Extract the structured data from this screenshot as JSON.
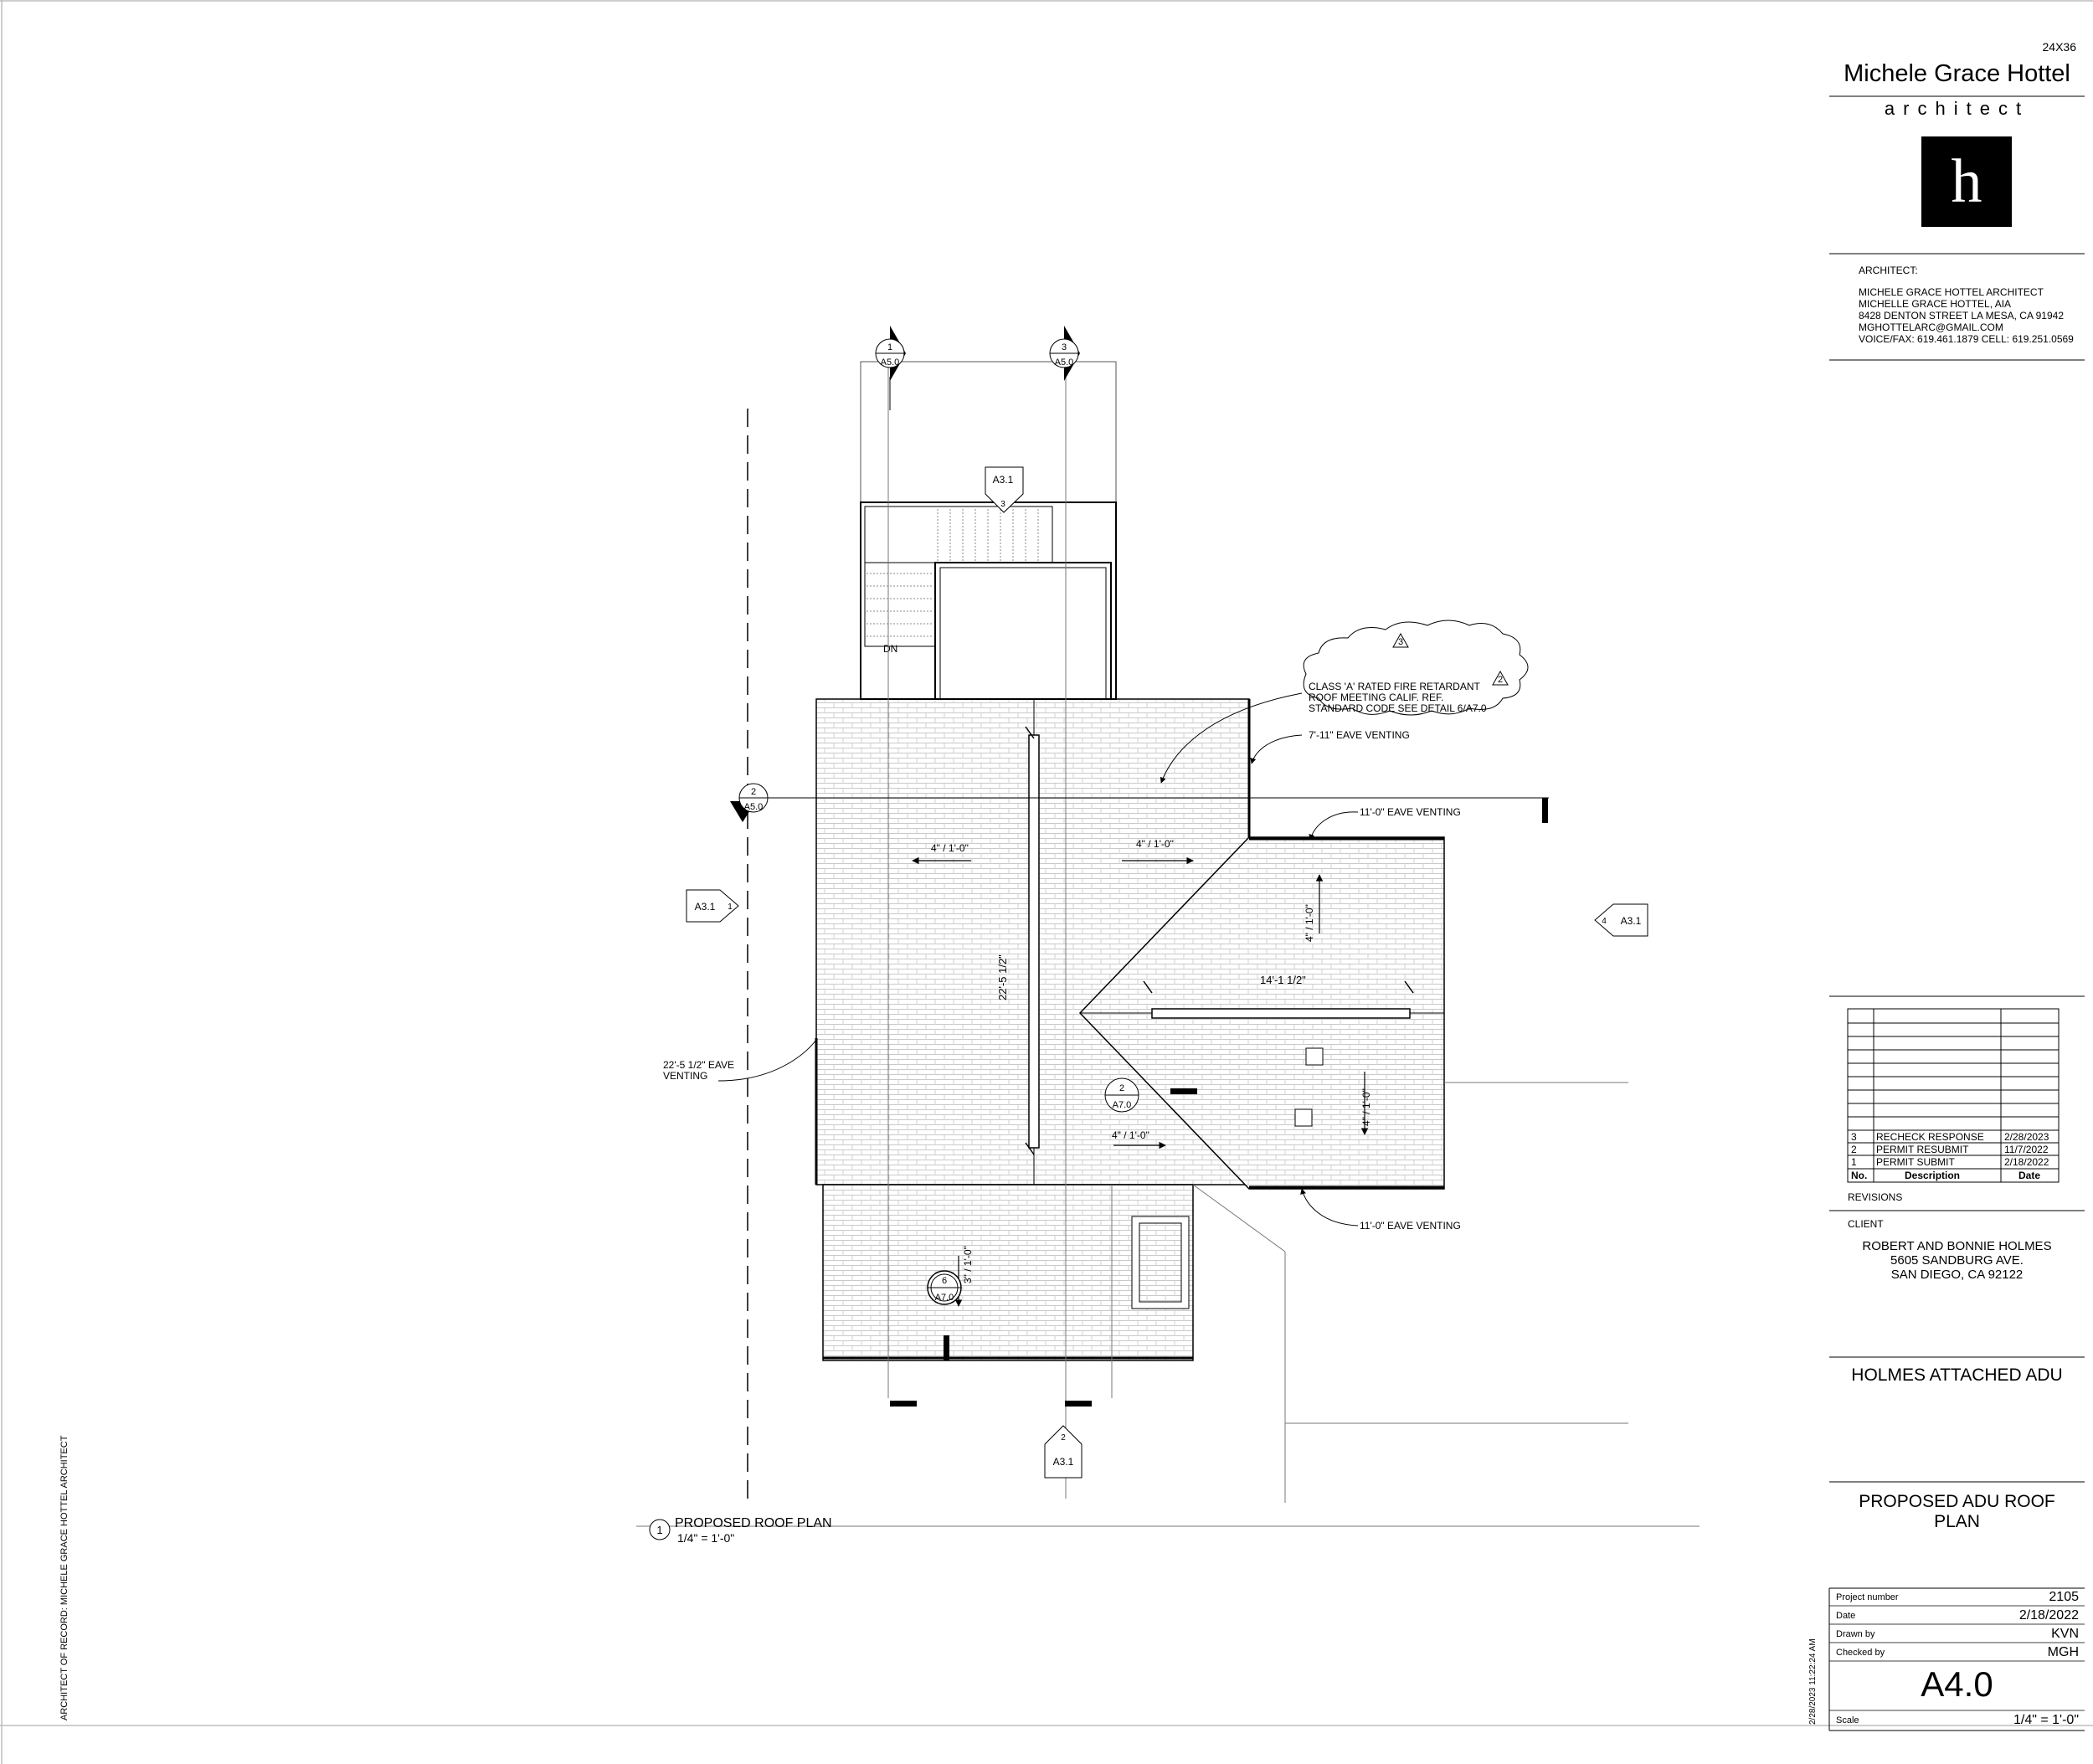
{
  "sheet_size": "24X36",
  "firm": {
    "name": "Michele Grace Hottel",
    "subtitle": "architect",
    "logo_letter": "h",
    "logo_color": "#000000"
  },
  "architect_block": {
    "heading": "ARCHITECT:",
    "lines": [
      "MICHELE GRACE HOTTEL ARCHITECT",
      "MICHELLE GRACE HOTTEL, AIA",
      "8428 DENTON STREET LA MESA, CA 91942",
      "MGHOTTELARC@GMAIL.COM",
      "VOICE/FAX: 619.461.1879 CELL: 619.251.0569"
    ]
  },
  "revisions": {
    "title": "REVISIONS",
    "headers": [
      "No.",
      "Description",
      "Date"
    ],
    "rows": [
      {
        "no": "3",
        "description": "RECHECK RESPONSE",
        "date": "2/28/2023"
      },
      {
        "no": "2",
        "description": "PERMIT RESUBMIT",
        "date": "11/7/2022"
      },
      {
        "no": "1",
        "description": "PERMIT SUBMIT",
        "date": "2/18/2022"
      }
    ]
  },
  "client": {
    "heading": "CLIENT",
    "lines": [
      "ROBERT AND BONNIE HOLMES",
      "5605 SANDBURG AVE.",
      "SAN DIEGO, CA 92122"
    ]
  },
  "project_name": "HOLMES ATTACHED ADU",
  "sheet_title": [
    "PROPOSED ADU ROOF",
    "PLAN"
  ],
  "info": [
    {
      "label": "Project number",
      "value": "2105"
    },
    {
      "label": "Date",
      "value": "2/18/2022"
    },
    {
      "label": "Drawn by",
      "value": "KVN"
    },
    {
      "label": "Checked by",
      "value": "MGH"
    }
  ],
  "sheet_number": "A4.0",
  "scale": {
    "label": "Scale",
    "value": "1/4\" = 1'-0\""
  },
  "plot_stamp": "2/28/2023 11:22:24 AM",
  "record_note": "ARCHITECT OF RECORD: MICHELE GRACE HOTTEL ARCHITECT",
  "drawing": {
    "title": "PROPOSED ROOF PLAN",
    "scale": "1/4\" = 1'-0\"",
    "number": "1",
    "notes": {
      "fire_line1": "CLASS 'A' RATED FIRE RETARDANT",
      "fire_line2": "ROOF MEETING CALIF. REF.",
      "fire_line3": "STANDARD CODE SEE DETAIL 6/A7.0",
      "eave_north": "7'-11\" EAVE VENTING",
      "eave_east": "11'-0\" EAVE VENTING",
      "eave_south": "11'-0\" EAVE VENTING",
      "eave_west_1": "22'-5 1/2\" EAVE",
      "eave_west_2": "VENTING",
      "rev_cloud_3": "3",
      "rev_cloud_2": "2"
    },
    "slopes": {
      "west": "4\" / 1'-0\"",
      "north_east": "4\" / 1'-0\"",
      "south_east": "4\" / 1'-0\"",
      "east_up": "4\" / 1'-0\"",
      "east_down": "4\" / 1'-0\"",
      "south_wing": "3\" / 1'-0\""
    },
    "dimensions": {
      "main_ridge": "22'-5 1/2\"",
      "east_ridge": "14'-1 1/2\""
    },
    "stair_label": "DN",
    "section_marks": [
      {
        "num": "1",
        "sheet": "A5.0"
      },
      {
        "num": "3",
        "sheet": "A5.0"
      },
      {
        "num": "2",
        "sheet": "A5.0"
      }
    ],
    "elevation_marks": [
      {
        "num": "3",
        "sheet": "A3.1"
      },
      {
        "num": "1",
        "sheet": "A3.1"
      },
      {
        "num": "4",
        "sheet": "A3.1"
      },
      {
        "num": "2",
        "sheet": "A3.1"
      }
    ],
    "detail_marks": [
      {
        "num": "2",
        "sheet": "A7.0"
      },
      {
        "num": "6",
        "sheet": "A7.0"
      }
    ]
  }
}
